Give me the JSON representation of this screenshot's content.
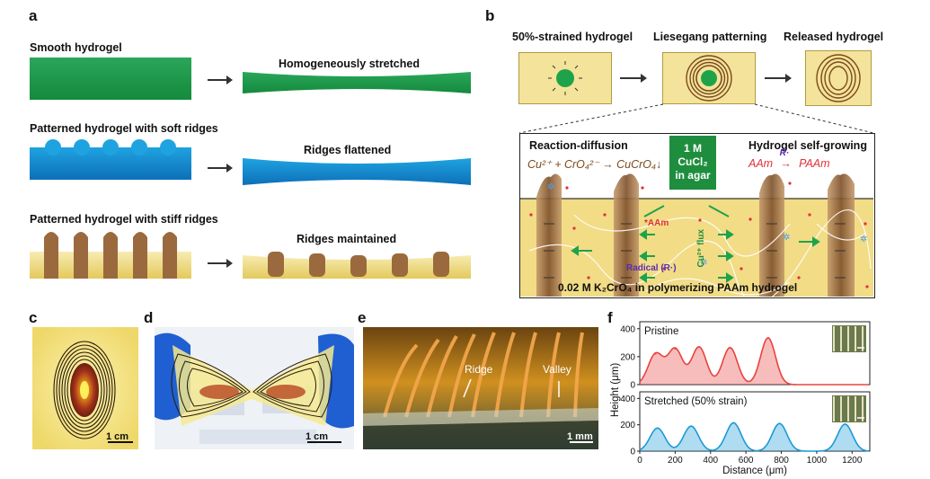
{
  "panel_a": {
    "label": "a",
    "rows": [
      {
        "left_caption": "Smooth hydrogel",
        "right_caption": "Homogeneously stretched"
      },
      {
        "left_caption": "Patterned hydrogel with soft ridges",
        "right_caption": "Ridges flattened"
      },
      {
        "left_caption": "Patterned hydrogel with stiff ridges",
        "right_caption": "Ridges maintained"
      }
    ]
  },
  "panel_b": {
    "label": "b",
    "stages": [
      "50%-strained hydrogel",
      "Liesegang patterning",
      "Released hydrogel"
    ],
    "reaction_title": "Reaction-diffusion",
    "reaction_eq": "Cu²⁺ + CrO₄²⁻ → CuCrO₄↓",
    "agar_box": "1 M CuCl₂ in agar",
    "growth_title": "Hydrogel self-growing",
    "growth_eq_left": "AAm",
    "growth_eq_radical": "R·",
    "growth_eq_right": "PAAm",
    "aam_label": "*AAm",
    "flux_label": "Cu²⁺ flux",
    "radical_label": "Radical (R·)",
    "bottom_label": "0.02 M K₂CrO₄ in polymerizing PAAm hydrogel"
  },
  "panel_c": {
    "label": "c",
    "scale": "1 cm"
  },
  "panel_d": {
    "label": "d",
    "scale": "1 cm"
  },
  "panel_e": {
    "label": "e",
    "ridge": "Ridge",
    "valley": "Valley",
    "scale": "1 mm"
  },
  "panel_f": {
    "label": "f"
  },
  "colors": {
    "green": "#1fa34a",
    "blue": "#1b9ad6",
    "gel": "#f4e39a",
    "ridge_brown": "#9a6a3e",
    "red": "#e0303a"
  },
  "chart_data": {
    "type": "area",
    "xlabel": "Distance (μm)",
    "ylabel": "Height (μm)",
    "xlim": [
      0,
      1300
    ],
    "x_ticks": [
      0,
      200,
      400,
      600,
      800,
      1000,
      1200
    ],
    "subplots": [
      {
        "title": "Pristine",
        "ylim": [
          0,
          450
        ],
        "y_ticks": [
          0,
          200,
          400
        ],
        "color": "#e8433f",
        "peaks": [
          {
            "x": 90,
            "y": 220
          },
          {
            "x": 200,
            "y": 255
          },
          {
            "x": 335,
            "y": 270
          },
          {
            "x": 510,
            "y": 265
          },
          {
            "x": 725,
            "y": 335
          }
        ]
      },
      {
        "title": "Stretched (50% strain)",
        "ylim": [
          0,
          450
        ],
        "y_ticks": [
          0,
          200,
          400
        ],
        "color": "#1b9ad6",
        "peaks": [
          {
            "x": 100,
            "y": 175
          },
          {
            "x": 290,
            "y": 190
          },
          {
            "x": 530,
            "y": 215
          },
          {
            "x": 790,
            "y": 210
          },
          {
            "x": 1160,
            "y": 205
          }
        ]
      }
    ]
  }
}
